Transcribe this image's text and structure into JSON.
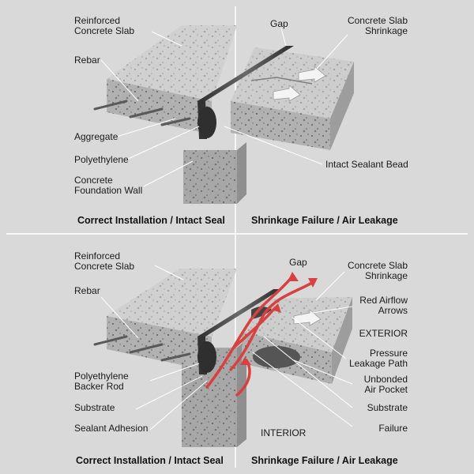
{
  "top_panel": {
    "left_labels": {
      "reinforced_slab_1": "Reinforced",
      "reinforced_slab_2": "Concrete Slab",
      "rebar": "Rebar",
      "aggregate": "Aggregate",
      "polyethylene": "Polyethylene",
      "foundation_1": "Concrete",
      "foundation_2": "Foundation Wall"
    },
    "right_labels": {
      "gap": "Gap",
      "shrinkage_1": "Concrete Slab",
      "shrinkage_2": "Shrinkage",
      "intact_bead": "Intact Sealant Bead"
    },
    "caption_left": "Correct Installation / Intact Seal",
    "caption_right": "Shrinkage Failure / Air Leakage"
  },
  "bottom_panel": {
    "left_labels": {
      "reinforced_slab_1": "Reinforced",
      "reinforced_slab_2": "Concrete Slab",
      "rebar": "Rebar",
      "backer_1": "Polyethylene",
      "backer_2": "Backer Rod",
      "substrate": "Substrate",
      "adhesion": "Sealant Adhesion"
    },
    "right_labels": {
      "gap": "Gap",
      "shrinkage_1": "Concrete Slab",
      "shrinkage_2": "Shrinkage",
      "airflow_1": "Red Airflow",
      "airflow_2": "Arrows",
      "exterior": "EXTERIOR",
      "pressure_1": "Pressure",
      "pressure_2": "Leakage Path",
      "pocket_1": "Unbonded",
      "pocket_2": "Air Pocket",
      "substrate": "Substrate",
      "interior": "INTERIOR",
      "failure": "Failure"
    },
    "caption_left": "Correct Installation / Intact Seal",
    "caption_right": "Shrinkage Failure / Air Leakage"
  },
  "colors": {
    "background": "#d9d9d9",
    "concrete_top": "#cfcfcf",
    "concrete_side": "#b5b5b5",
    "concrete_front": "#a9a9a9",
    "sealant": "#3e3e3e",
    "airflow": "#d94040"
  }
}
